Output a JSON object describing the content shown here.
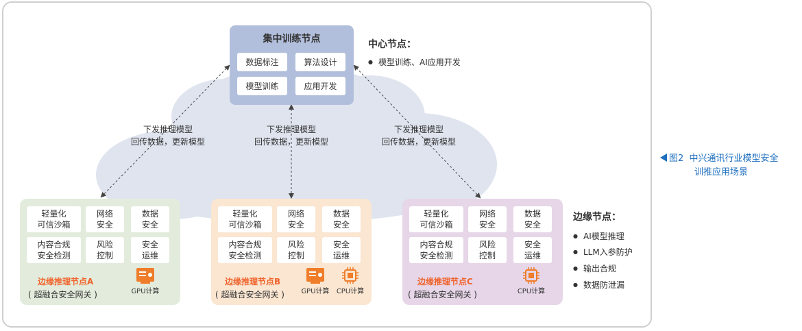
{
  "center": {
    "title": "集中训练节点",
    "boxes": [
      "数据标注",
      "算法设计",
      "模型训练",
      "应用开发"
    ]
  },
  "center_desc": {
    "title": "中心节点：",
    "items": [
      "模型训练、AI应用开发"
    ]
  },
  "arrow_labels": [
    {
      "line1": "下发推理模型",
      "line2": "回传数据，更新模型"
    },
    {
      "line1": "下发推理模型",
      "line2": "回传数据，更新模型"
    },
    {
      "line1": "下发推理模型",
      "line2": "回传数据，更新模型"
    }
  ],
  "edge_boxes": {
    "b1": "轻量化\n可信沙箱",
    "b2": "网络\n安全",
    "b3": "数据\n安全",
    "b4": "内容合规\n安全检测",
    "b5": "风险\n控制",
    "b6": "安全\n运维"
  },
  "edges": [
    {
      "name": "边缘推理节点A",
      "sub": "( 超融合安全网关 )",
      "chips": [
        "GPU计算"
      ],
      "color": "#e3ecdc"
    },
    {
      "name": "边缘推理节点B",
      "sub": "( 超融合安全网关 )",
      "chips": [
        "GPU计算",
        "CPU计算"
      ],
      "color": "#fae6d1"
    },
    {
      "name": "边缘推理节点C",
      "sub": "( 超融合安全网关 )",
      "chips": [
        "CPU计算"
      ],
      "color": "#e6d6e8"
    }
  ],
  "edge_desc": {
    "title": "边缘节点：",
    "items": [
      "AI模型推理",
      "LLM入参防护",
      "输出合规",
      "数据防泄漏"
    ]
  },
  "caption": {
    "fig": "图2",
    "line1": "中兴通讯行业模型安全",
    "line2": "训推应用场景"
  },
  "colors": {
    "accent_orange": "#f0642d",
    "caption_blue": "#1e6fbf",
    "center_fill": "#b2bfdc",
    "cloud_fill": "#dfe4ef"
  }
}
